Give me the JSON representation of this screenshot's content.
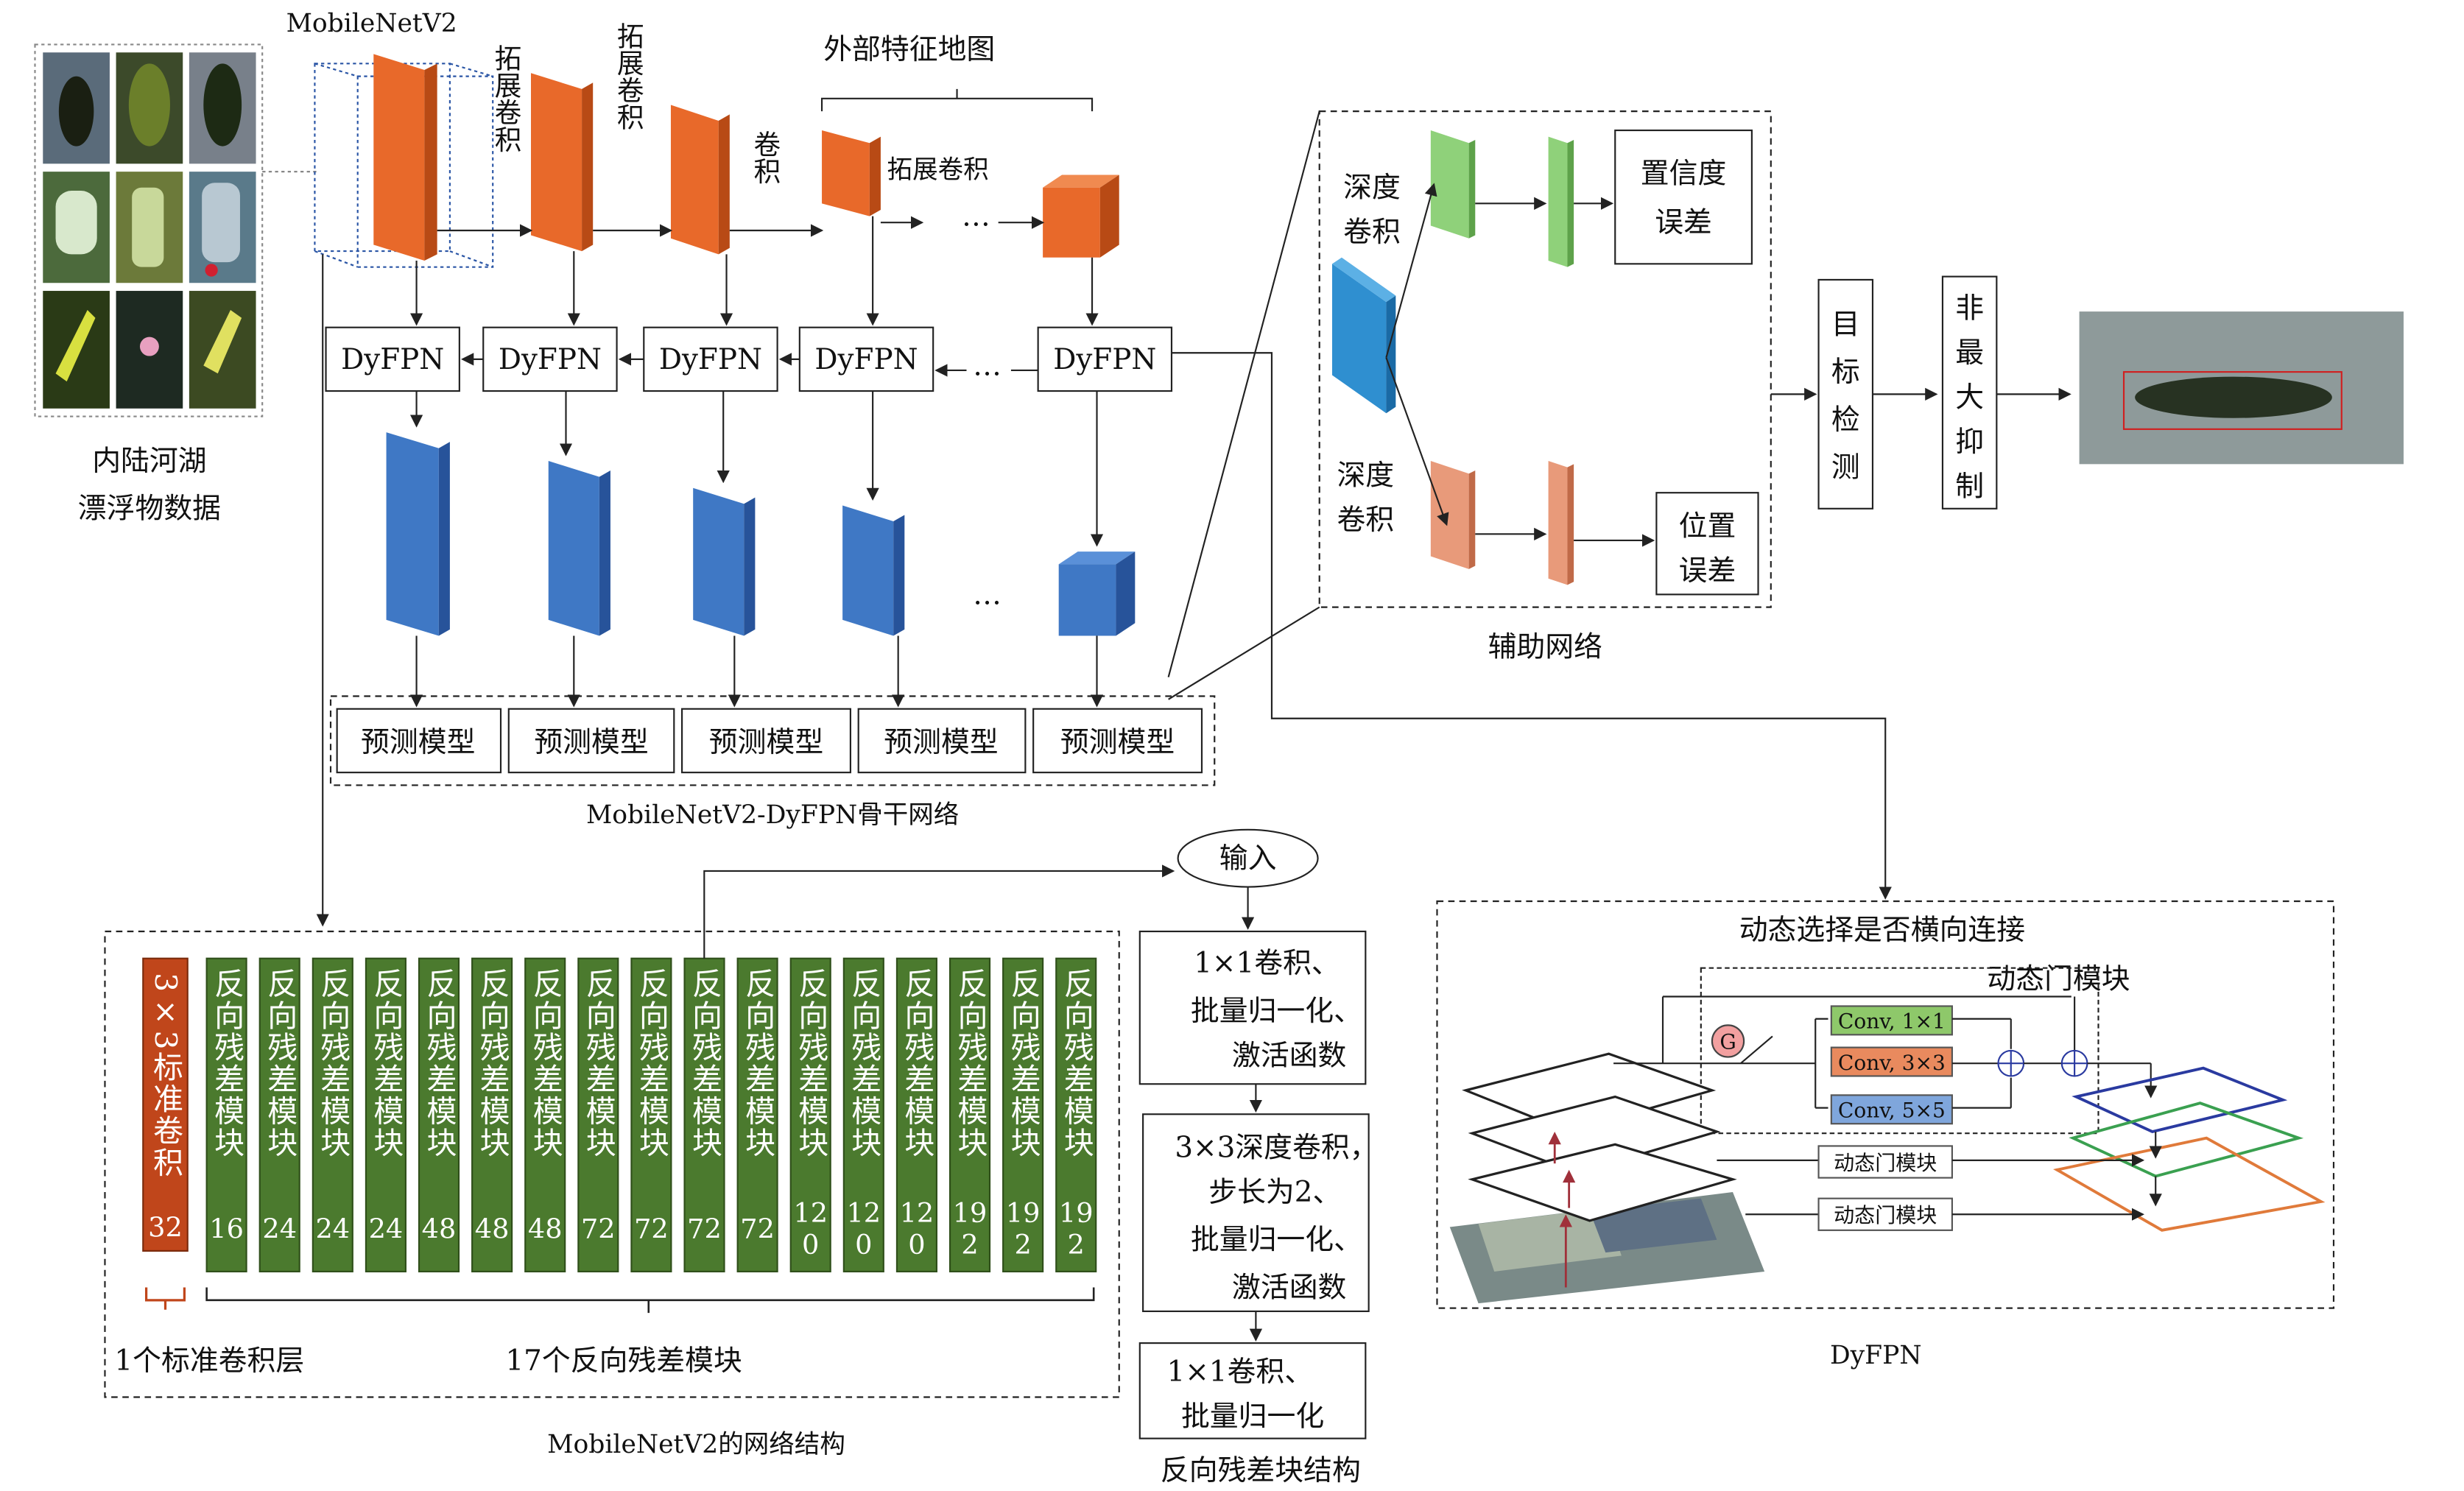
{
  "dataset": {
    "label_line1": "内陆河湖",
    "label_line2": "漂浮物数据"
  },
  "backbone": {
    "mobilenet_label": "MobileNetV2",
    "expand_conv_labels": [
      "拓展卷积",
      "拓展卷积",
      "卷积",
      "拓展卷积"
    ],
    "external_feature_label": "外部特征地图",
    "ellipsis": "…",
    "dyfpn_label": "DyFPN",
    "prediction_label": "预测模型",
    "caption": "MobileNetV2-DyFPN骨干网络"
  },
  "aux": {
    "depth_conv_label_1a": "深度",
    "depth_conv_label_1b": "卷积",
    "depth_conv_label_2a": "深度",
    "depth_conv_label_2b": "卷积",
    "confidence_error_1": "置信度",
    "confidence_error_2": "误差",
    "position_error_1": "位置",
    "position_error_2": "误差",
    "caption": "辅助网络",
    "detect_chars": [
      "目",
      "标",
      "检",
      "测"
    ],
    "nms_chars": [
      "非",
      "最",
      "大",
      "抑",
      "制"
    ]
  },
  "mobilenet_structure": {
    "std_conv_text": "3×3标准卷积",
    "std_conv_channels": "32",
    "residual_text": "反向残差模块",
    "residual_channels": [
      "16",
      "24",
      "24",
      "24",
      "48",
      "48",
      "48",
      "72",
      "72",
      "72",
      "72",
      "120",
      "120",
      "120",
      "192",
      "192",
      "192"
    ],
    "std_conv_caption": "1个标准卷积层",
    "residual_caption": "17个反向残差模块",
    "caption": "MobileNetV2的网络结构"
  },
  "residual_block": {
    "input_label": "输入",
    "step1_lines": [
      "1×1卷积、",
      "批量归一化、",
      "激活函数"
    ],
    "step2_lines": [
      "3×3深度卷积，",
      "步长为2、",
      "批量归一化、",
      "激活函数"
    ],
    "step3_lines": [
      "1×1卷积、",
      "批量归一化"
    ],
    "caption": "反向残差块结构"
  },
  "dyfpn": {
    "title": "动态选择是否横向连接",
    "gate_label": "动态门模块",
    "gate_symbol": "G",
    "conv_labels": [
      "Conv, 1×1",
      "Conv, 3×3",
      "Conv, 5×5"
    ],
    "conv_colors": [
      "#8ec86a",
      "#e98a5e",
      "#7fa6dc"
    ],
    "mini_gate_label": "动态门模块",
    "caption": "DyFPN"
  },
  "colors": {
    "orange": "#e8692a",
    "blue": "#3f78c5",
    "green_module": "#4b7a2e",
    "std_conv": "#c0461b",
    "aux_green": "#8fd17a",
    "aux_orange": "#e89a7a",
    "aux_blue": "#2f8fd0"
  }
}
